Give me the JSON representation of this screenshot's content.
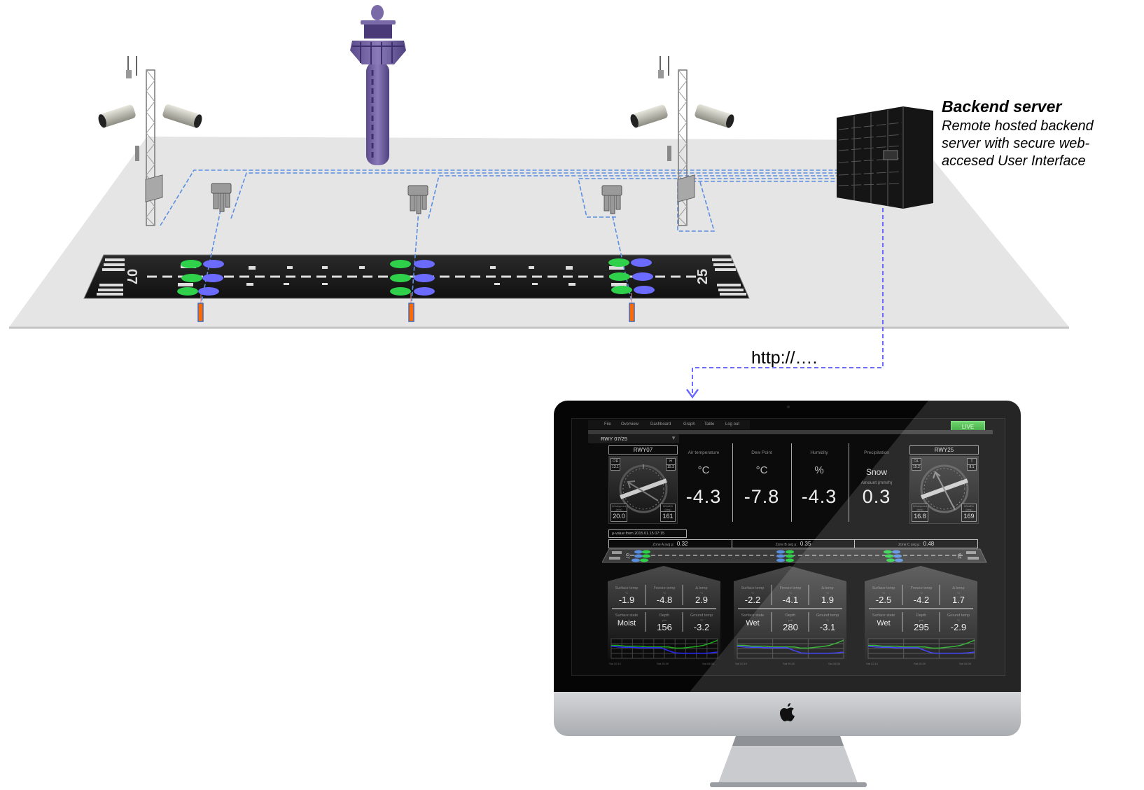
{
  "annotation": {
    "title": "Backend server",
    "lines": [
      "Remote hosted backend",
      "server with secure web-",
      "accesed User Interface"
    ]
  },
  "connection_label": "http://….",
  "runway": {
    "left_number": "07",
    "right_number": "25"
  },
  "dashboard": {
    "menu": [
      "File",
      "Overview",
      "Dashboard",
      "Graph",
      "Table",
      "Log out"
    ],
    "live_label": "LIVE",
    "runway_select": "RWY 07/25",
    "rwy07": {
      "name": "RWY07",
      "tl_label": "C/R",
      "tl_value": "13.1",
      "tr_label": "H",
      "tr_value": "15.3",
      "ws_label": "Windspeed (m/s)",
      "ws_value": "20.0",
      "wd_label": "WindDir (deg)",
      "wd_value": "161"
    },
    "rwy25": {
      "name": "RWY25",
      "tl_label": "C/L",
      "tl_value": "15.2",
      "tr_label": "T",
      "tr_value": "8.1",
      "ws_label": "Windspeed (m/s)",
      "ws_value": "16.8",
      "wd_label": "WindDir (deg)",
      "wd_value": "169"
    },
    "metrics": [
      {
        "label": "Air temperature",
        "unit": "°C",
        "value": "-4.3"
      },
      {
        "label": "Dew Point",
        "unit": "°C",
        "value": "-7.8"
      },
      {
        "label": "Humidity",
        "unit": "%",
        "value": "-4.3"
      }
    ],
    "precipitation": {
      "label": "Precipitation",
      "type": "Snow",
      "amount_label": "Amount (mm/h)",
      "value": "0.3"
    },
    "mu_timestamp": "μ-value from 2015.01.15  07:15",
    "zones": [
      {
        "label": "Zone A avg μ:",
        "value": "0.32"
      },
      {
        "label": "Zone B avg μ:",
        "value": "0.35"
      },
      {
        "label": "Zone C avg μ:",
        "value": "0.48"
      }
    ],
    "card_labels": {
      "surface_temp": "Surface temp",
      "freeze_temp": "Freeze temp",
      "delta_temp": "Δ temp",
      "surface_state": "Surface state",
      "depth": "Depth",
      "ground_temp": "Ground temp",
      "unit_c": "°C",
      "unit_um": "μm"
    },
    "cards": [
      {
        "surface_temp": "-1.9",
        "freeze_temp": "-4.8",
        "delta_temp": "2.9",
        "surface_state": "Moist",
        "depth": "156",
        "ground_temp": "-3.2"
      },
      {
        "surface_temp": "-2.2",
        "freeze_temp": "-4.1",
        "delta_temp": "1.9",
        "surface_state": "Wet",
        "depth": "280",
        "ground_temp": "-3.1"
      },
      {
        "surface_temp": "-2.5",
        "freeze_temp": "-4.2",
        "delta_temp": "1.7",
        "surface_state": "Wet",
        "depth": "295",
        "ground_temp": "-2.9"
      }
    ],
    "trend": {
      "x_labels": [
        "Sat 02:10",
        "Sat 05:30",
        "Sat 08:30"
      ],
      "green": [
        3.3,
        3.3,
        3.1,
        3.1,
        3.1,
        2.9,
        2.9,
        2.9,
        2.9,
        2.6,
        2.6,
        2.8,
        3.0,
        3.3,
        3.9,
        4.6
      ],
      "blue": [
        3.1,
        2.9,
        2.8,
        2.8,
        2.7,
        2.7,
        2.7,
        2.7,
        2.0,
        1.4,
        1.3,
        1.3,
        1.3,
        1.3,
        1.4,
        1.6
      ],
      "y_range": [
        0,
        5
      ]
    }
  },
  "colors": {
    "network": "#5b8fe0",
    "uplink": "#6b6bff",
    "live": "#3fbf3f",
    "sensor_green": "#2fd14a",
    "sensor_blue": "#6b6bff",
    "marker": "#ff6a00",
    "tower": "#6a5a9a"
  }
}
